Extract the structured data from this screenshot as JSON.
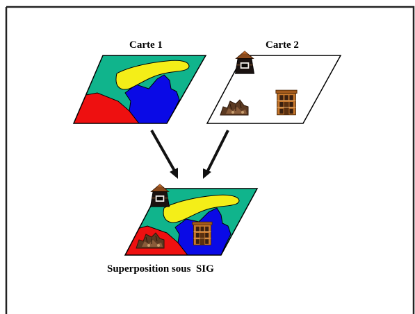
{
  "diagram": {
    "map1": {
      "label": "Carte 1"
    },
    "map2": {
      "label": "Carte 2"
    },
    "result": {
      "label": "Superposition sous  SIG"
    },
    "colors": {
      "green": "#10b48c",
      "yellow": "#f4ee18",
      "blue": "#0a0ae6",
      "red": "#ee1010",
      "frame": "#222222",
      "arrow": "#111111"
    },
    "icons": [
      "hut-icon",
      "rubble-house-icon",
      "building-icon"
    ]
  }
}
